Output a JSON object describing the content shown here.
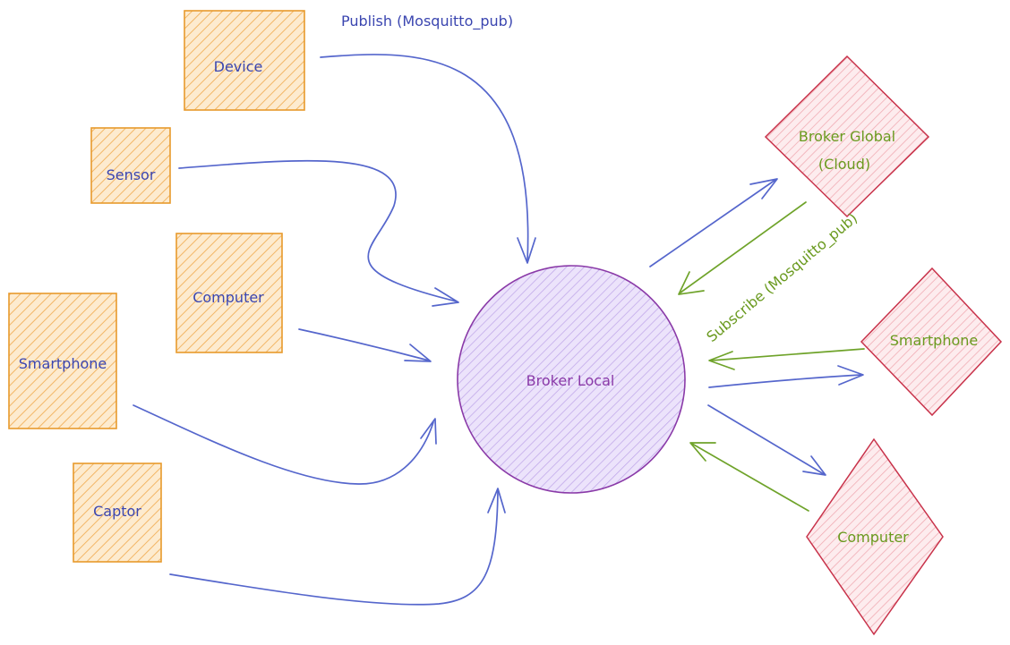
{
  "colors": {
    "source_fill": "#f8c98a",
    "source_stroke": "#e89a2c",
    "broker_local_fill": "#d0bff2",
    "broker_local_stroke": "#8a3aa8",
    "target_fill": "#f5b8bf",
    "target_stroke": "#c8324a",
    "publish_arrow": "#5566cc",
    "subscribe_arrow": "#6fa32a",
    "publish_text": "#3b46b0",
    "target_text": "#6a9a1f"
  },
  "sources": [
    {
      "id": "device",
      "label": "Device"
    },
    {
      "id": "sensor",
      "label": "Sensor"
    },
    {
      "id": "computer",
      "label": "Computer"
    },
    {
      "id": "smartphone",
      "label": "Smartphone"
    },
    {
      "id": "captor",
      "label": "Captor"
    }
  ],
  "broker_local": {
    "label": "Broker Local"
  },
  "targets": [
    {
      "id": "broker-global",
      "label_line1": "Broker Global",
      "label_line2": "(Cloud)"
    },
    {
      "id": "smartphone",
      "label": "Smartphone"
    },
    {
      "id": "computer",
      "label": "Computer"
    }
  ],
  "annotations": {
    "publish": "Publish (Mosquitto_pub)",
    "subscribe": "Subscribe (Mosquitto_pub)"
  }
}
